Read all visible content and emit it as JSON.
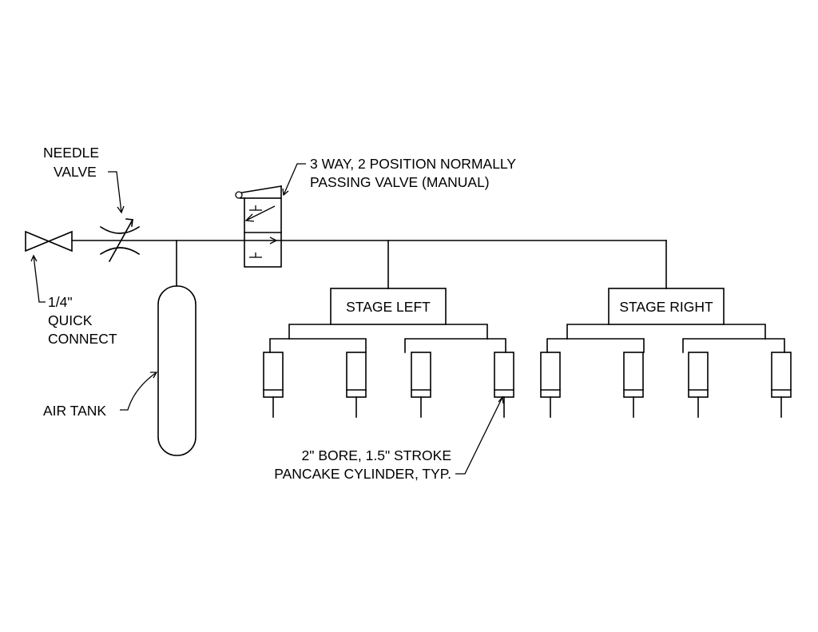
{
  "labels": {
    "needle_valve": [
      "NEEDLE",
      "VALVE"
    ],
    "directional_valve": [
      "3 WAY, 2 POSITION NORMALLY",
      "PASSING VALVE (MANUAL)"
    ],
    "quick_connect": [
      "1/4\"",
      "QUICK",
      "CONNECT"
    ],
    "air_tank": "AIR TANK",
    "stage_left": "STAGE LEFT",
    "stage_right": "STAGE RIGHT",
    "cylinder_note": [
      "2\" BORE, 1.5\" STROKE",
      "PANCAKE CYLINDER, TYP."
    ]
  },
  "colors": {
    "line": "#000000",
    "background": "#ffffff"
  }
}
